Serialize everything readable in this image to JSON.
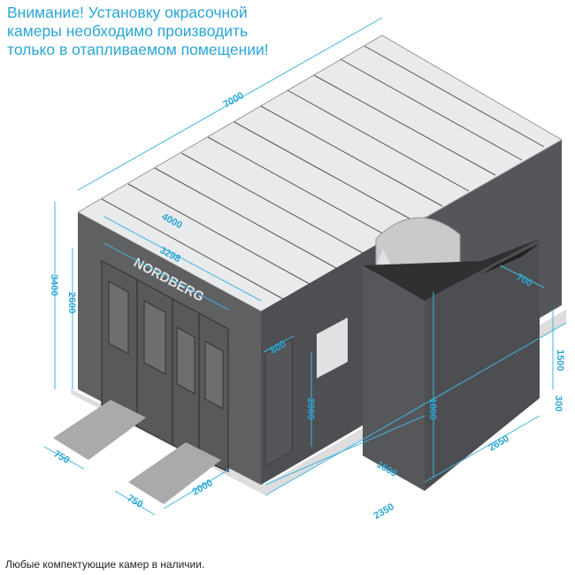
{
  "warning": {
    "lines": [
      "Внимание! Установку окрасочной",
      "камеры необходимо производить",
      "только в отапливаемом помещении!"
    ]
  },
  "brand": "NORDBERG",
  "dimensions": {
    "length_total": "7000",
    "width_outer": "4000",
    "door_width": "3298",
    "height_total": "3400",
    "door_height": "2600",
    "side_door_width": "800",
    "side_door_height": "2000",
    "filter_gap": "1600",
    "offset": "2350",
    "filter_length": "2650",
    "filter_height": "1500",
    "base_height": "300",
    "filter_unit_height": "1800",
    "filter_opening": "700",
    "ramp1_width": "750",
    "ramp2_width": "750",
    "ramp_length": "2000"
  },
  "footnote": "Любые компектующие камер в наличии.",
  "colors": {
    "accent": "#2aa6d6",
    "body": "#5d5e60",
    "roof": "#e6e8ea"
  }
}
